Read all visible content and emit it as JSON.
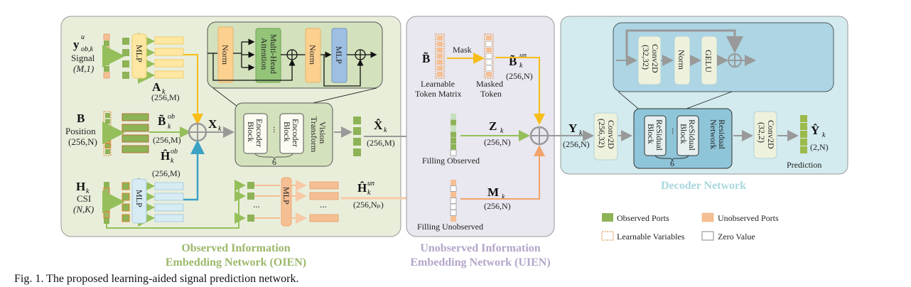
{
  "colors": {
    "observed": "#8db356",
    "unobserved": "#f5bf93",
    "learnable_border": "#d9822b",
    "zero": "#ffffff",
    "oien_bg": "#e9eedb",
    "uien_bg": "#e9e7ef",
    "decoder_bg": "#d3ebee",
    "yellow_arrow": "#f7bd19",
    "blue_arrow": "#3ba2c4",
    "green_arrow": "#95bf5a",
    "orange_arrow": "#f0a46a",
    "gray_arrow": "#999999"
  },
  "oien": {
    "title_line1": "Observed Information",
    "title_line2": "Embedding Network (OIEN)",
    "signal": {
      "var": "y",
      "sup": "u",
      "sub": "ob,k",
      "label": "Signal",
      "dim": "(M,1)"
    },
    "mlp_top_label": "MLP",
    "A": {
      "var": "A",
      "sub": "k",
      "dim": "(256,M)"
    },
    "position": {
      "var": "B",
      "label": "Position",
      "dim": "(256,N)"
    },
    "B_ob": {
      "var": "B̃",
      "sup": "ob",
      "sub": "k",
      "dim": "(256,M)"
    },
    "H_ob": {
      "var": "Ĥ",
      "sup": "ob",
      "sub": "k",
      "dim": "(256,M)"
    },
    "csi": {
      "var": "H",
      "sub": "k",
      "label": "CSI",
      "dim": "(N,K)"
    },
    "mlp_bottom_label": "MLP",
    "X": {
      "var": "X",
      "sub": "k"
    },
    "transformer_block": {
      "norm1": "Norm",
      "attention_line1": "Multi-Head",
      "attention_line2": "Attention",
      "norm2": "Norm",
      "mlp": "MLP"
    },
    "vit": {
      "encoder1_line1": "Encoder",
      "encoder1_line2": "Block",
      "ellipsis": "...",
      "encoder2_line1": "Encoder",
      "encoder2_line2": "Block",
      "label_line1": "Vision",
      "label_line2": "Transform",
      "repeat": "6"
    },
    "X_hat": {
      "var": "X̂",
      "sub": "k",
      "dim": "(256,M)"
    },
    "mlp_un_label": "MLP",
    "ellipsis": "...",
    "H_un": {
      "var": "Ĥ",
      "sup": "un",
      "sub": "k",
      "dim": "(256,Nₚ)"
    }
  },
  "uien": {
    "title_line1": "Unobserved Information",
    "title_line2": "Embedding Network (UIEN)",
    "B_tilde": {
      "var": "B̃"
    },
    "mask_label": "Mask",
    "learnable_line1": "Learnable",
    "learnable_line2": "Token Matrix",
    "masked_line1": "Masked",
    "masked_line2": "Token",
    "B_un": {
      "var": "B̃",
      "sup": "un",
      "sub": "k",
      "dim": "(256,N)"
    },
    "Z": {
      "var": "Z",
      "sub": "k",
      "dim": "(256,N)"
    },
    "filling_observed": "Filling Observed",
    "M": {
      "var": "M",
      "sub": "k",
      "dim": "(256,N)"
    },
    "filling_unobserved": "Filling Unobserved"
  },
  "decoder": {
    "title": "Decoder Network",
    "Y": {
      "var": "Y",
      "sub": "k",
      "dim": "(256,N)"
    },
    "conv_in_line1": "Conv2D",
    "conv_in_line2": "(256,32)",
    "res_block": {
      "conv_line1": "Conv2D",
      "conv_line2": "(32,32)",
      "norm": "Norm",
      "gelu": "GELU"
    },
    "residual1_line1": "ReSidual",
    "residual1_line2": "Block",
    "ellipsis": "...",
    "residual2_line1": "ReSidual",
    "residual2_line2": "Block",
    "resnet_line1": "Residual",
    "resnet_line2": "Network",
    "repeat": "6",
    "conv_out_line1": "Conv2D",
    "conv_out_line2": "(32,2)",
    "Y_hat": {
      "var": "Ŷ",
      "sub": "k",
      "dim": "(2,N)"
    },
    "prediction": "Prediction"
  },
  "legend": {
    "observed": "Observed Ports",
    "unobserved": "Unobserved Ports",
    "learnable": "Learnable Variables",
    "zero": "Zero Value"
  },
  "caption": "Fig. 1.  The proposed learning-aided signal prediction network."
}
